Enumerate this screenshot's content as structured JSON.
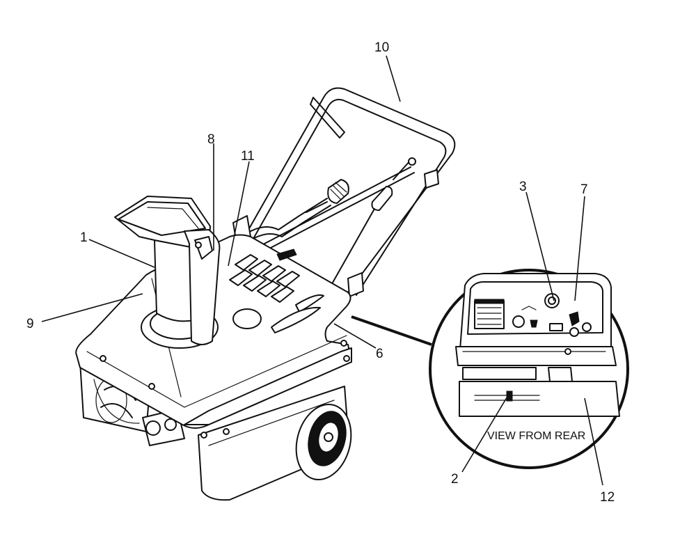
{
  "figure": {
    "inset_label": "VIEW FROM REAR",
    "callouts": [
      {
        "id": "c1",
        "label": "1"
      },
      {
        "id": "c2",
        "label": "2"
      },
      {
        "id": "c3",
        "label": "3"
      },
      {
        "id": "c6",
        "label": "6"
      },
      {
        "id": "c7",
        "label": "7"
      },
      {
        "id": "c8",
        "label": "8"
      },
      {
        "id": "c9",
        "label": "9"
      },
      {
        "id": "c10",
        "label": "10"
      },
      {
        "id": "c11",
        "label": "11"
      },
      {
        "id": "c12",
        "label": "12"
      }
    ]
  }
}
